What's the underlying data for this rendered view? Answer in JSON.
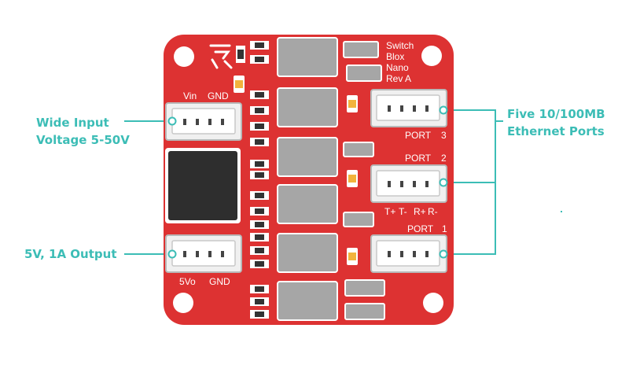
{
  "board": {
    "title_lines": [
      "Switch",
      "Blox",
      "Nano",
      "Rev A"
    ],
    "power_in": {
      "vin": "Vin",
      "gnd": "GND"
    },
    "power_out": {
      "vo": "5Vo",
      "gnd": "GND"
    },
    "port3": {
      "label": "PORT",
      "num": "3"
    },
    "port2": {
      "label": "PORT",
      "num": "2"
    },
    "port1": {
      "label": "PORT",
      "num": "1"
    },
    "pins": {
      "tp": "T+",
      "tm": "T-",
      "rp": "R+",
      "rm": "R-"
    }
  },
  "callouts": {
    "input_line1": "Wide Input",
    "input_line2": "Voltage 5-50V",
    "output": "5V, 1A Output",
    "ports_line1": "Five 10/100MB",
    "ports_line2": "Ethernet Ports"
  },
  "colors": {
    "board": "#dd3232",
    "accent": "#3cbdb6",
    "chip": "#2e2e2e",
    "connector": "#f0f0f0"
  }
}
